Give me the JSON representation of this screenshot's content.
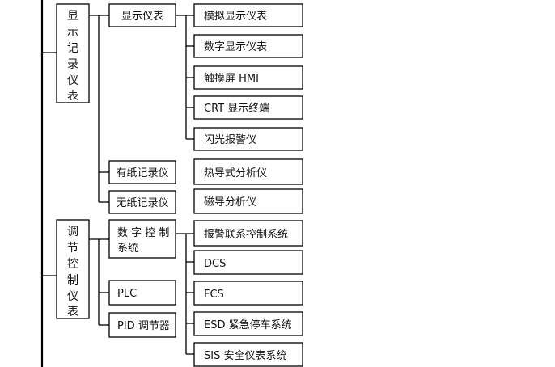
{
  "diagram": {
    "group1": {
      "label_chars": [
        "显",
        "示",
        "记",
        "录",
        "仪",
        "表"
      ],
      "sub1": {
        "label": "显示仪表",
        "items": [
          "模拟显示仪表",
          "数字显示仪表",
          "触摸屏 HMI",
          "CRT 显示终端",
          "闪光报警仪"
        ]
      },
      "sub2": {
        "label": "有纸记录仪",
        "item": "热导式分析仪"
      },
      "sub3": {
        "label": "无纸记录仪",
        "item": "磁导分析仪"
      }
    },
    "group2": {
      "label_chars": [
        "调",
        "节",
        "控",
        "制",
        "仪",
        "表"
      ],
      "sub1": {
        "label_lines": [
          "数 字 控 制",
          "系统"
        ],
        "items": [
          "报警联系控制系统",
          "DCS",
          "FCS",
          "ESD 紧急停车系统",
          "SIS 安全仪表系统"
        ]
      },
      "sub2": {
        "label": "PLC"
      },
      "sub3": {
        "label": "PID 调节器"
      }
    }
  }
}
